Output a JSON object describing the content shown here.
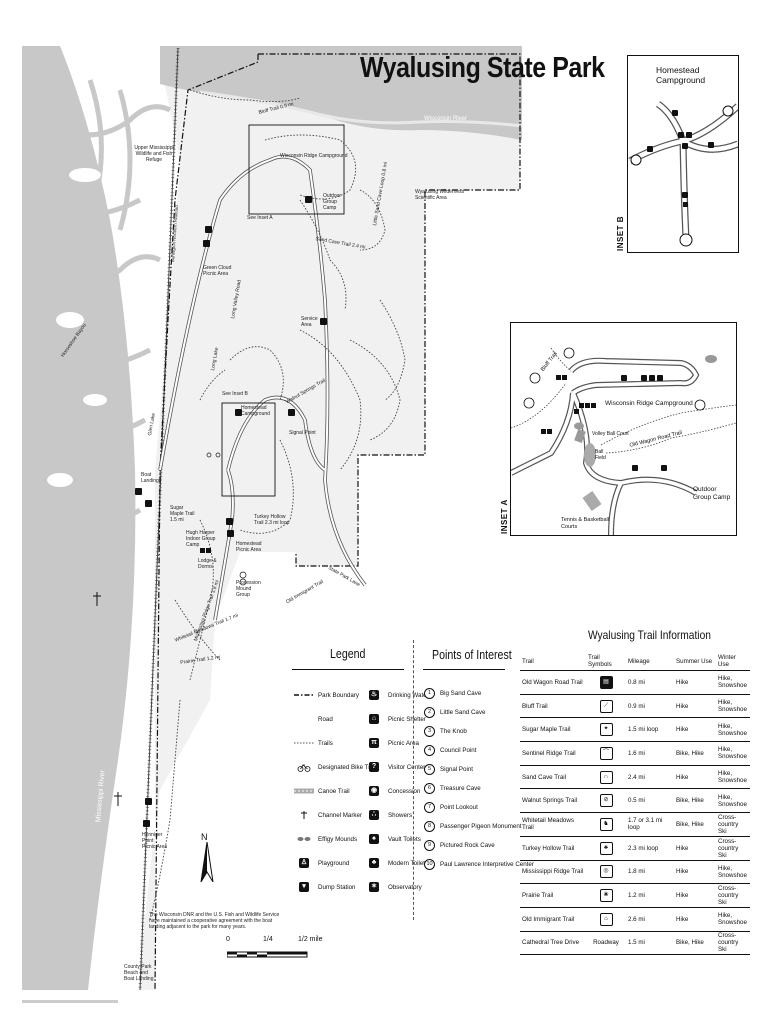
{
  "map": {
    "title": "Wyalusing State Park",
    "labels": {
      "wisconsin_river_1": "Wisconsin River",
      "wisconsin_river_2": "Wisconsin River",
      "mississippi_river": "Mississippi River",
      "refuge": "Upper Mississippi Wildlife and Fish Refuge",
      "wilderness": "Wyalusing Wilderness Scientific Area",
      "railroad": "Burlington Northern Railroad",
      "see_inset_a": "See Inset A",
      "see_inset_b": "See Inset B",
      "ridge_campground": "Wisconsin Ridge Campground",
      "homestead_campground": "Homestead Campground",
      "green_cloud": "Green Cloud Picnic Area",
      "service_area": "Service Area",
      "boat_landing": "Boat Landing",
      "sugar_maple": "Sugar Maple Trail 1.5 mi",
      "hugh_harper": "Hugh Harper Indoor Group Camp",
      "lodge": "Lodge & Dorms",
      "homestead_picnic": "Homestead Picnic Area",
      "turkey_hollow": "Turkey Hollow Trail 2.3 mi loop",
      "procession": "Procession Mound Group",
      "whitetail": "Whitetail Meadows Trail 1.7 mi",
      "prairie": "Prairie Trail 1.2 mi",
      "long_valley": "Long Valley Road",
      "old_immigrant": "Old Immigrant Trail",
      "walnut_springs": "Walnut Springs Trail",
      "little_sand_cave": "Little Sand Cave Loop 0.8 mi",
      "sand_cave": "Sand Cave Trail 2.4 mi",
      "outdoor_camp": "Outdoor Group Camp",
      "state_park_lane": "State Park Lane",
      "horseshoe": "Horseshoe Bayou",
      "glen_lake": "Glen Lake",
      "long_lake": "Long Lake",
      "signal_point": "Signal Point",
      "county_beach": "County Park Beach and Boat Landing",
      "harrison_picnic": "Henniger Point Picnic Area",
      "mississippi_ridge": "Mississippi Ridge Trail 3.8 mi",
      "bluff_trail": "Bluff Trail 0.9 mi"
    }
  },
  "inset_b": {
    "tag": "INSET B",
    "title": "Homestead Campground"
  },
  "inset_a": {
    "tag": "INSET A",
    "bluff_trail": "Bluff Trail",
    "ridge_campground": "Wisconsin Ridge Campground",
    "volley": "Volley Ball Court",
    "ball_field": "Ball Field",
    "tennis": "Tennis & Basketball Courts",
    "old_wagon": "Old Wagon Road Trail",
    "outdoor_camp": "Outdoor Group Camp"
  },
  "legend": {
    "heading": "Legend",
    "items": [
      {
        "label": "Park Boundary",
        "icon": "park-boundary-line"
      },
      {
        "label": "Road",
        "icon": "road-line"
      },
      {
        "label": "Trails",
        "icon": "trail-line"
      },
      {
        "label": "Designated Bike Trail",
        "icon": "bike-icon"
      },
      {
        "label": "Canoe Trail",
        "icon": "canoe-icon"
      },
      {
        "label": "Channel Marker",
        "icon": "channel-marker-icon"
      },
      {
        "label": "Effigy Mounds",
        "icon": "effigy-mounds-icon"
      },
      {
        "label": "Playground",
        "icon": "playground-icon"
      },
      {
        "label": "Dump Station",
        "icon": "dump-station-icon"
      }
    ],
    "items2": [
      {
        "label": "Drinking Water",
        "icon": "drinking-water-icon"
      },
      {
        "label": "Picnic Shelter",
        "icon": "picnic-shelter-icon"
      },
      {
        "label": "Picnic Area",
        "icon": "picnic-area-icon"
      },
      {
        "label": "Visitor Center",
        "icon": "visitor-center-icon"
      },
      {
        "label": "Concession",
        "icon": "concession-icon"
      },
      {
        "label": "Showers",
        "icon": "showers-icon"
      },
      {
        "label": "Vault Toilets",
        "icon": "vault-toilets-icon"
      },
      {
        "label": "Modern Toilets",
        "icon": "modern-toilets-icon"
      },
      {
        "label": "Observatory",
        "icon": "observatory-icon"
      }
    ]
  },
  "poi": {
    "heading": "Points of Interest",
    "items": [
      {
        "num": "1",
        "label": "Big Sand Cave"
      },
      {
        "num": "2",
        "label": "Little Sand Cave"
      },
      {
        "num": "3",
        "label": "The Knob"
      },
      {
        "num": "4",
        "label": "Council Point"
      },
      {
        "num": "5",
        "label": "Signal Point"
      },
      {
        "num": "6",
        "label": "Treasure Cave"
      },
      {
        "num": "7",
        "label": "Point Lookout"
      },
      {
        "num": "8",
        "label": "Passenger Pigeon Monument"
      },
      {
        "num": "9",
        "label": "Pictured Rock Cave"
      },
      {
        "num": "10",
        "label": "Paul Lawrence Interpretive Center"
      }
    ]
  },
  "trail_info": {
    "heading": "Wyalusing Trail Information",
    "columns": [
      "Trail",
      "Trail Symbols",
      "Mileage",
      "Summer Use",
      "Winter Use"
    ],
    "rows": [
      {
        "trail": "Old Wagon Road Trail",
        "symbol": "wagon-icon",
        "mileage": "0.8 mi",
        "summer": "Hike",
        "winter": "Hike, Snowshoe"
      },
      {
        "trail": "Bluff Trail",
        "symbol": "bluff-icon",
        "mileage": "0.9 mi",
        "summer": "Hike",
        "winter": "Hike, Snowshoe"
      },
      {
        "trail": "Sugar Maple Trail",
        "symbol": "maple-leaf-icon",
        "mileage": "1.5 mi loop",
        "summer": "Hike",
        "winter": "Hike, Snowshoe"
      },
      {
        "trail": "Sentinel Ridge Trail",
        "symbol": "sentinel-icon",
        "mileage": "1.6 mi",
        "summer": "Bike, Hike",
        "winter": "Hike, Snowshoe"
      },
      {
        "trail": "Sand Cave Trail",
        "symbol": "sand-cave-icon",
        "mileage": "2.4 mi",
        "summer": "Hike",
        "winter": "Hike, Snowshoe"
      },
      {
        "trail": "Walnut Springs Trail",
        "symbol": "walnut-icon",
        "mileage": "0.5 mi",
        "summer": "Bike, Hike",
        "winter": "Hike, Snowshoe"
      },
      {
        "trail": "Whitetail Meadows Trail",
        "symbol": "deer-icon",
        "mileage": "1.7 or 3.1 mi loop",
        "summer": "Bike, Hike",
        "winter": "Cross-country Ski"
      },
      {
        "trail": "Turkey Hollow Trail",
        "symbol": "turkey-icon",
        "mileage": "2.3 mi loop",
        "summer": "Hike",
        "winter": "Cross-country Ski"
      },
      {
        "trail": "Mississippi Ridge Trail",
        "symbol": "ridge-icon",
        "mileage": "1.8 mi",
        "summer": "Hike",
        "winter": "Hike, Snowshoe"
      },
      {
        "trail": "Prairie Trail",
        "symbol": "prairie-icon",
        "mileage": "1.2 mi",
        "summer": "Hike",
        "winter": "Cross-country Ski"
      },
      {
        "trail": "Old Immigrant Trail",
        "symbol": "immigrant-icon",
        "mileage": "2.6 mi",
        "summer": "Hike",
        "winter": "Hike, Snowshoe"
      },
      {
        "trail": "Cathedral Tree Drive",
        "symbol": "Roadway",
        "mileage": "1.5 mi",
        "summer": "Bike, Hike",
        "winter": "Cross-country Ski"
      }
    ]
  },
  "note": "The Wisconsin DNR and the U.S. Fish and Wildlife Service have maintained a cooperative agreement with the boat landing adjacent to the park for many years.",
  "scale": {
    "zero": "0",
    "quarter": "1/4",
    "half": "1/2 mile"
  },
  "north": "N",
  "colors": {
    "water": "#c8c8c8",
    "park": "#f1f1f1",
    "ink": "#111111",
    "road": "#ffffff"
  }
}
